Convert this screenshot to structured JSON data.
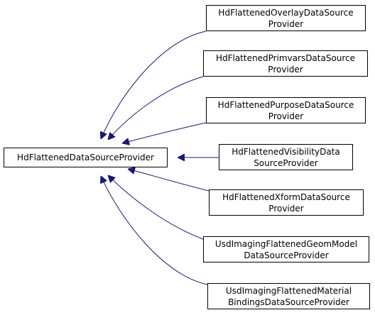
{
  "diagram": {
    "base": {
      "label": "HdFlattenedDataSourceProvider"
    },
    "derived": [
      {
        "line1": "HdFlattenedOverlayDataSource",
        "line2": "Provider"
      },
      {
        "line1": "HdFlattenedPrimvarsDataSource",
        "line2": "Provider"
      },
      {
        "line1": "HdFlattenedPurposeDataSource",
        "line2": "Provider"
      },
      {
        "line1": "HdFlattenedVisibilityData",
        "line2": "SourceProvider"
      },
      {
        "line1": "HdFlattenedXformDataSource",
        "line2": "Provider"
      },
      {
        "line1": "UsdImagingFlattenedGeomModel",
        "line2": "DataSourceProvider"
      },
      {
        "line1": "UsdImagingFlattenedMaterial",
        "line2": "BindingsDataSourceProvider"
      }
    ],
    "colors": {
      "edge": "#191970",
      "node_border": "#000000",
      "node_fill": "#ffffff"
    }
  }
}
